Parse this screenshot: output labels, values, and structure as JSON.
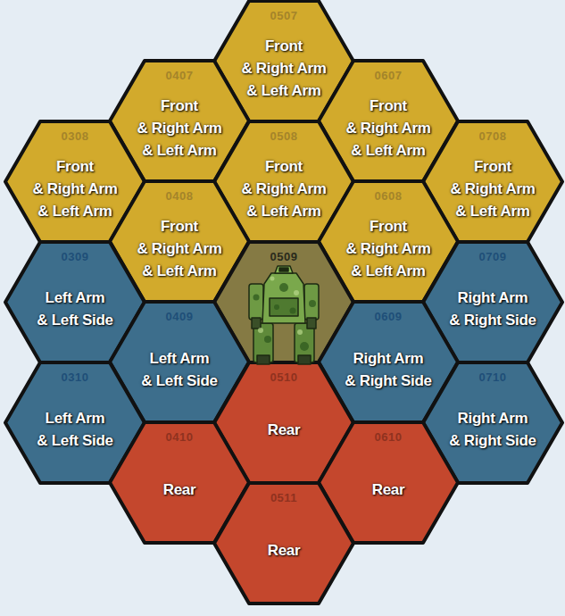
{
  "diagram": {
    "nodes": [
      {
        "text": [
          "0507",
          "Front & Right Arm & Left Arm"
        ]
      },
      {
        "text": [
          "0407",
          "Front & Right Arm & Left Arm"
        ]
      },
      {
        "text": [
          "0607",
          "Front & Right Arm & Left Arm"
        ]
      },
      {
        "text": [
          "0308",
          "Front & Right Arm & Left Arm"
        ]
      },
      {
        "text": [
          "0508",
          "Front & Right Arm & Left Arm"
        ]
      },
      {
        "text": [
          "0708",
          "Front & Right Arm & Left Arm"
        ]
      },
      {
        "text": [
          "0408",
          "Front & Right Arm & Left Arm"
        ]
      },
      {
        "text": [
          "0608",
          "Front & Right Arm & Left Arm"
        ]
      },
      {
        "text": [
          "0309",
          "Left Arm & Left Side"
        ]
      },
      {
        "text": [
          "0509"
        ]
      },
      {
        "text": [
          "0709",
          "Right Arm & Right Side"
        ]
      },
      {
        "text": [
          "0409",
          "Left Arm & Left Side"
        ]
      },
      {
        "text": [
          "0609",
          "Right Arm & Right Side"
        ]
      },
      {
        "text": [
          "0310",
          "Left Arm & Left Side"
        ]
      },
      {
        "text": [
          "0510",
          "Rear"
        ]
      },
      {
        "text": [
          "0710",
          "Right Arm & Right Side"
        ]
      },
      {
        "text": [
          "0410",
          "Rear"
        ]
      },
      {
        "text": [
          "0610",
          "Rear"
        ]
      },
      {
        "text": [
          "0511",
          "Rear"
        ]
      }
    ]
  }
}
